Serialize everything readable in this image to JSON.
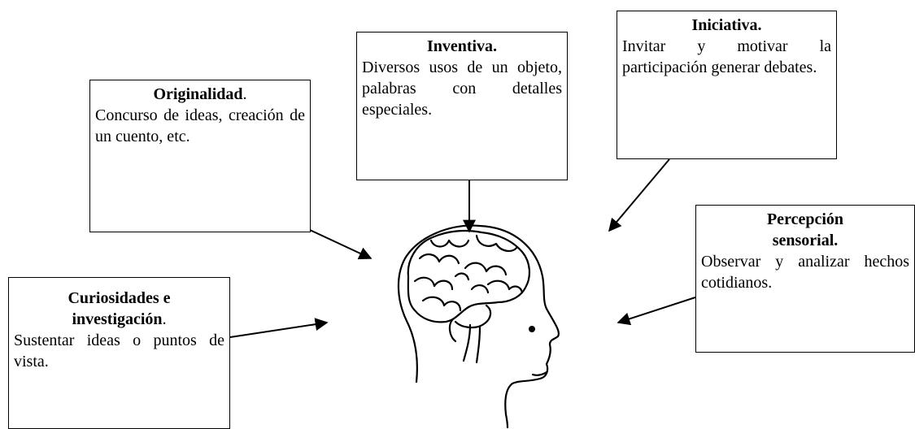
{
  "boxes": {
    "originalidad": {
      "title": "Originalidad",
      "title_suffix": ".",
      "body": "Concurso de ideas, creación de un cuento, etc."
    },
    "inventiva": {
      "title": "Inventiva.",
      "body": "Diversos usos de un objeto, palabras con detalles especiales."
    },
    "iniciativa": {
      "title": "Iniciativa.",
      "body": "Invitar y motivar la participación generar debates."
    },
    "percepcion": {
      "title": "Percepción sensorial.",
      "body": "Observar y analizar hechos cotidianos."
    },
    "curiosidades": {
      "title": "Curiosidades e investigación",
      "title_suffix": ".",
      "body": "Sustentar ideas o puntos de vista."
    }
  },
  "center_icon": "head-with-brain-icon",
  "colors": {
    "stroke": "#000000",
    "background": "#ffffff"
  }
}
